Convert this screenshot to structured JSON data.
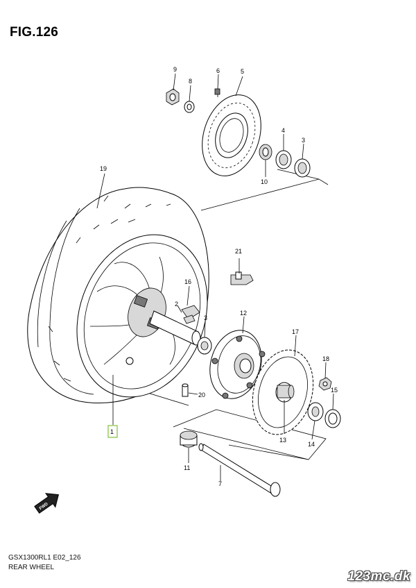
{
  "figure": {
    "title": "FIG.126",
    "model_code": "GSX1300RL1 E02_126",
    "section_name": "REAR WHEEL"
  },
  "watermark": "123mc.dk",
  "callouts": [
    {
      "id": "1",
      "label": "1",
      "highlighted": true
    },
    {
      "id": "2",
      "label": "2"
    },
    {
      "id": "3a",
      "label": "3"
    },
    {
      "id": "3b",
      "label": "3"
    },
    {
      "id": "4",
      "label": "4"
    },
    {
      "id": "5",
      "label": "5"
    },
    {
      "id": "6",
      "label": "6"
    },
    {
      "id": "7",
      "label": "7"
    },
    {
      "id": "8",
      "label": "8"
    },
    {
      "id": "9",
      "label": "9"
    },
    {
      "id": "10",
      "label": "10"
    },
    {
      "id": "11",
      "label": "11"
    },
    {
      "id": "12",
      "label": "12"
    },
    {
      "id": "13",
      "label": "13"
    },
    {
      "id": "14",
      "label": "14"
    },
    {
      "id": "15",
      "label": "15"
    },
    {
      "id": "16",
      "label": "16"
    },
    {
      "id": "17",
      "label": "17"
    },
    {
      "id": "18",
      "label": "18"
    },
    {
      "id": "19",
      "label": "19"
    },
    {
      "id": "20",
      "label": "20"
    },
    {
      "id": "21",
      "label": "21"
    }
  ],
  "colors": {
    "highlight_box": "#8bc34a",
    "line": "#000000",
    "shade": "#d8d8d8"
  },
  "icons": {
    "direction_arrow": "fwd-arrow-icon"
  },
  "fwd_label": "FWD"
}
